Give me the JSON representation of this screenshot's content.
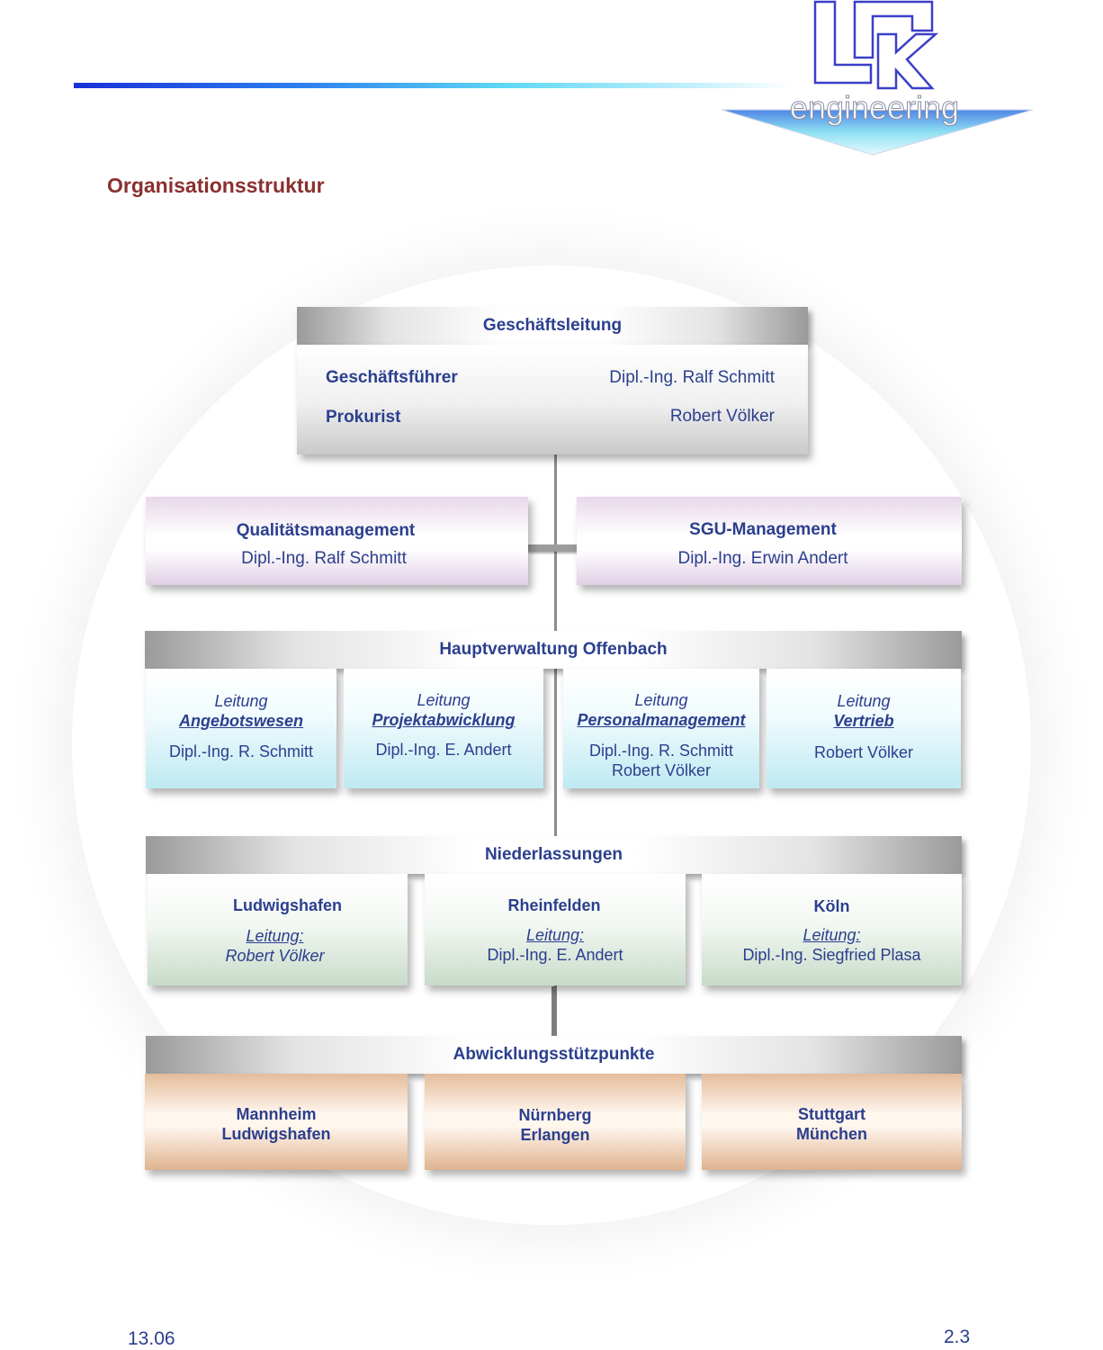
{
  "page_title": "Organisationsstruktur",
  "logo": {
    "text": "engineering"
  },
  "executive": {
    "bar": "Geschäftsleitung",
    "rows": [
      {
        "role": "Geschäftsführer",
        "name": "Dipl.-Ing. Ralf Schmitt"
      },
      {
        "role": "Prokurist",
        "name": "Robert Völker"
      }
    ]
  },
  "staff": [
    {
      "title": "Qualitätsmanagement",
      "name": "Dipl.-Ing. Ralf Schmitt"
    },
    {
      "title": "SGU-Management",
      "name": "Dipl.-Ing. Erwin Andert"
    }
  ],
  "headquarters": {
    "bar": "Hauptverwaltung Offenbach",
    "units": [
      {
        "prefix": "Leitung",
        "area": "Angebotswesen",
        "names": [
          "Dipl.-Ing. R. Schmitt"
        ]
      },
      {
        "prefix": "Leitung",
        "area": "Projektabwicklung",
        "names": [
          "Dipl.-Ing. E. Andert"
        ]
      },
      {
        "prefix": "Leitung",
        "area": "Personalmanagement",
        "names": [
          "Dipl.-Ing. R. Schmitt",
          "Robert Völker"
        ]
      },
      {
        "prefix": "Leitung",
        "area": "Vertrieb",
        "names": [
          "Robert Völker"
        ]
      }
    ]
  },
  "branches": {
    "bar": "Niederlassungen",
    "items": [
      {
        "city": "Ludwigshafen",
        "label": "Leitung:",
        "name": "Robert Völker"
      },
      {
        "city": "Rheinfelden",
        "label": "Leitung:",
        "name": "Dipl.-Ing. E. Andert"
      },
      {
        "city": "Köln",
        "label": "Leitung:",
        "name": "Dipl.-Ing. Siegfried Plasa"
      }
    ]
  },
  "bases": {
    "bar": "Abwicklungsstützpunkte",
    "items": [
      {
        "line1": "Mannheim",
        "line2": "Ludwigshafen"
      },
      {
        "line1": "Nürnberg",
        "line2": "Erlangen"
      },
      {
        "line1": "Stuttgart",
        "line2": "München"
      }
    ]
  },
  "footer": {
    "date": "13.06",
    "page": "2.3"
  }
}
